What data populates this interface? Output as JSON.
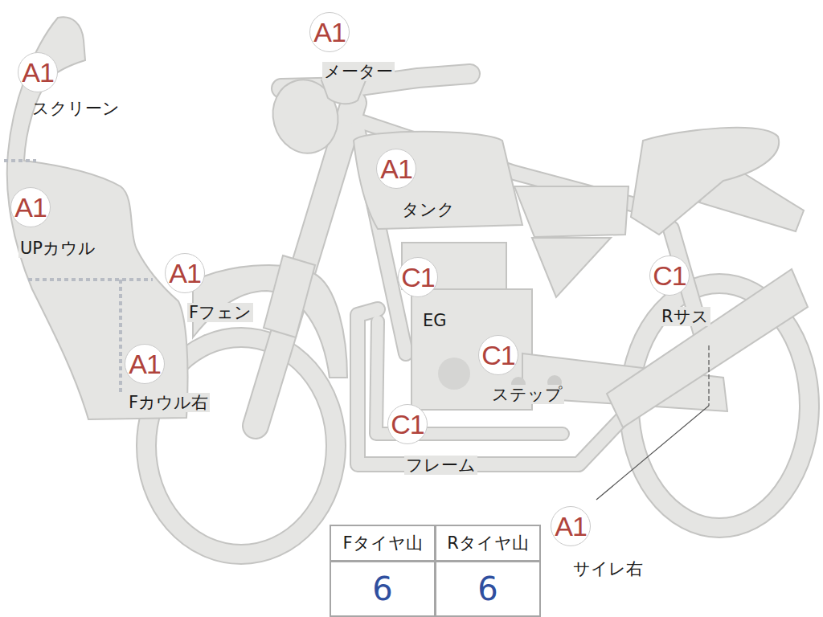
{
  "diagram": {
    "nodes": [
      {
        "text": [
          "A1",
          "メーター"
        ]
      },
      {
        "text": [
          "A1",
          "スクリーン"
        ]
      },
      {
        "text": [
          "A1",
          "タンク"
        ]
      },
      {
        "text": [
          "A1",
          "UPカウル"
        ]
      },
      {
        "text": [
          "A1",
          "Fフェン"
        ]
      },
      {
        "text": [
          "C1",
          "EG"
        ]
      },
      {
        "text": [
          "C1",
          "Rサス"
        ]
      },
      {
        "text": [
          "A1",
          "Fカウル右"
        ]
      },
      {
        "text": [
          "C1",
          "ステップ"
        ]
      },
      {
        "text": [
          "C1",
          "フレーム"
        ]
      },
      {
        "text": [
          "A1",
          "サイレ右"
        ]
      }
    ],
    "labels": [
      "Fタイヤ山",
      "Rタイヤ山",
      "6",
      "6"
    ]
  }
}
